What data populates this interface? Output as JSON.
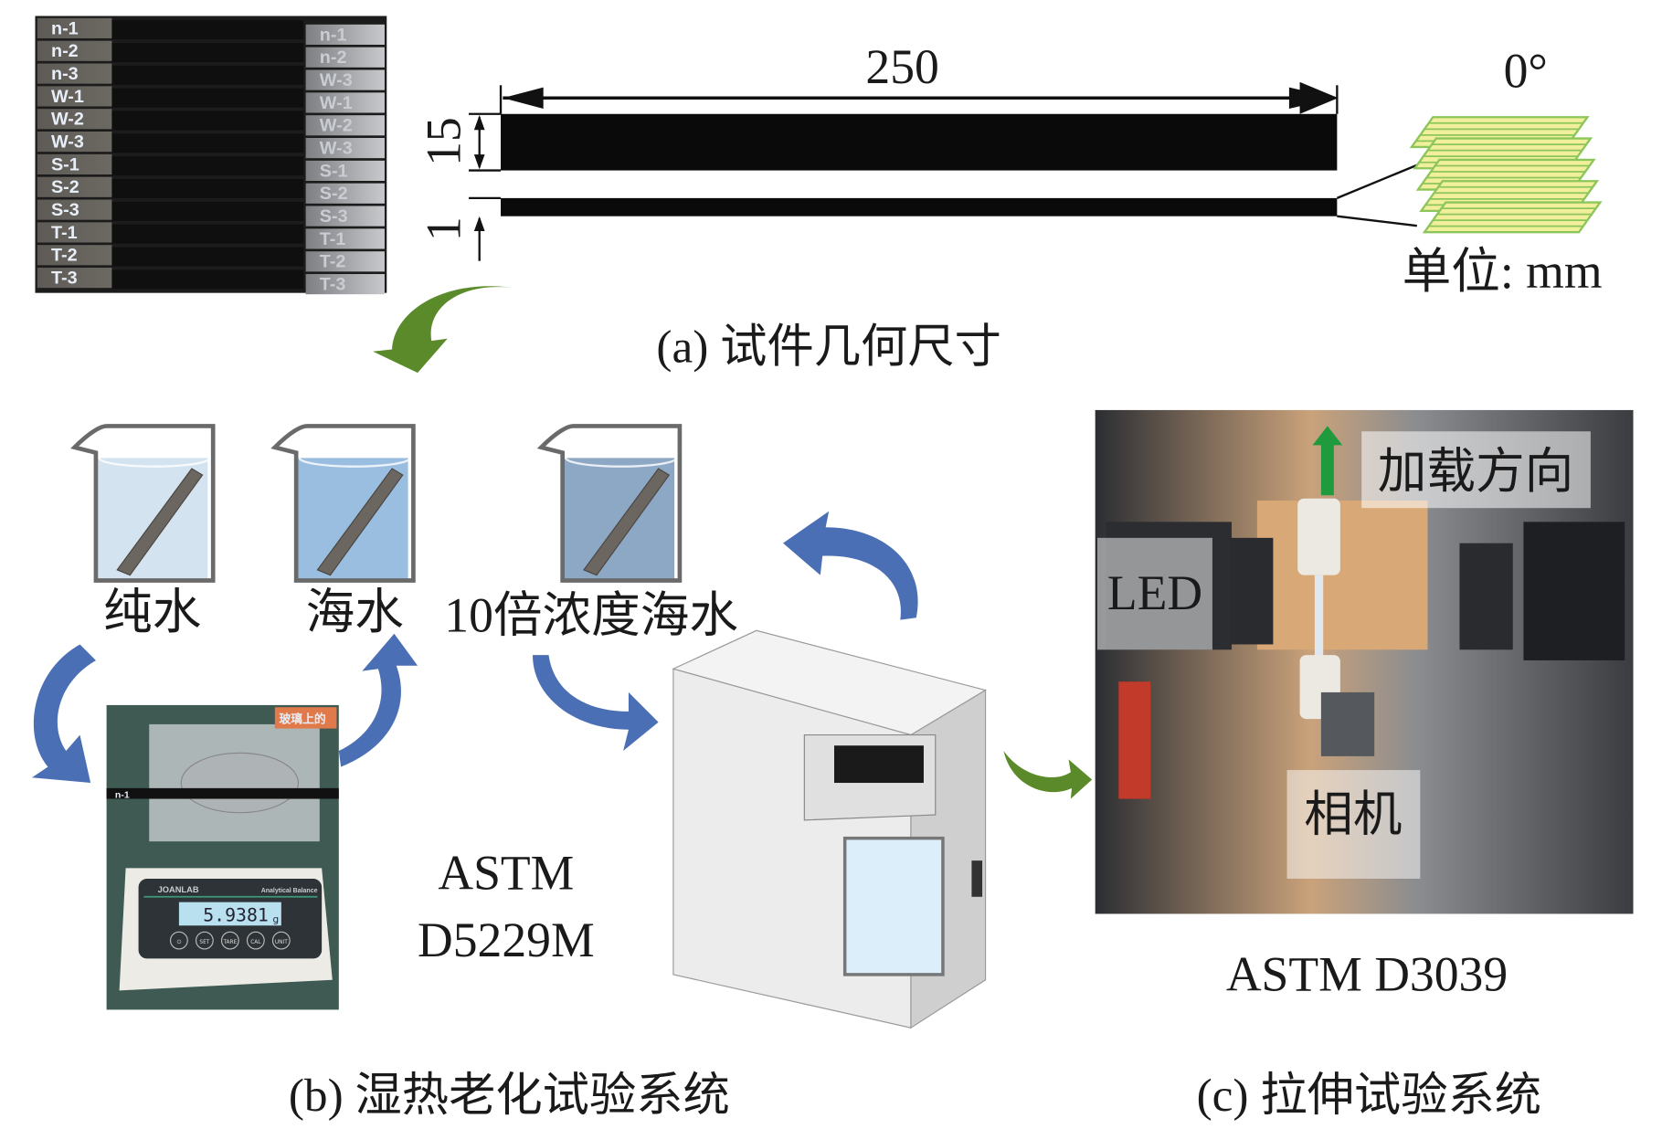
{
  "panel_a": {
    "caption": "(a) 试件几何尺寸",
    "length_label": "250",
    "width_label": "15",
    "thickness_label": "1",
    "fiber_angle": "0°",
    "unit_label": "单位: mm",
    "specimen_labels_left": [
      "n-1",
      "n-2",
      "n-3",
      "W-1",
      "W-2",
      "W-3",
      "S-1",
      "S-2",
      "S-3",
      "T-1",
      "T-2",
      "T-3"
    ],
    "specimen_labels_right": [
      "n-1",
      "n-2",
      "W-3",
      "W-1",
      "W-2",
      "W-3",
      "S-1",
      "S-2",
      "S-3",
      "T-1",
      "T-2",
      "T-3"
    ]
  },
  "panel_b": {
    "caption": "(b) 湿热老化试验系统",
    "beakers": [
      {
        "label": "纯水",
        "color": "#cfe0ee"
      },
      {
        "label": "海水",
        "color": "#8fb7dc"
      },
      {
        "label": "10倍浓度海水",
        "color": "#7f9fbf"
      }
    ],
    "standard_line1": "ASTM",
    "standard_line2": "D5229M",
    "balance": {
      "brand": "JOANLAB",
      "model": "Analytical Balance",
      "reading": "5.9381",
      "unit": "g",
      "buttons": [
        "⏻",
        "SET",
        "TARE",
        "CAL",
        "UNIT"
      ],
      "sign": "玻璃上的",
      "specimen_tag": "n-1"
    }
  },
  "panel_c": {
    "caption": "(c) 拉伸试验系统",
    "load_direction_label": "加载方向",
    "led_label": "LED",
    "camera_label": "相机",
    "standard": "ASTM D3039"
  },
  "colors": {
    "blue_arrow": "#4a6fb5",
    "green_arrow": "#5b8a2a",
    "load_arrow": "#1f9a3c",
    "laminate_fill": "#f2ef9c",
    "laminate_stroke": "#8cc65a"
  }
}
